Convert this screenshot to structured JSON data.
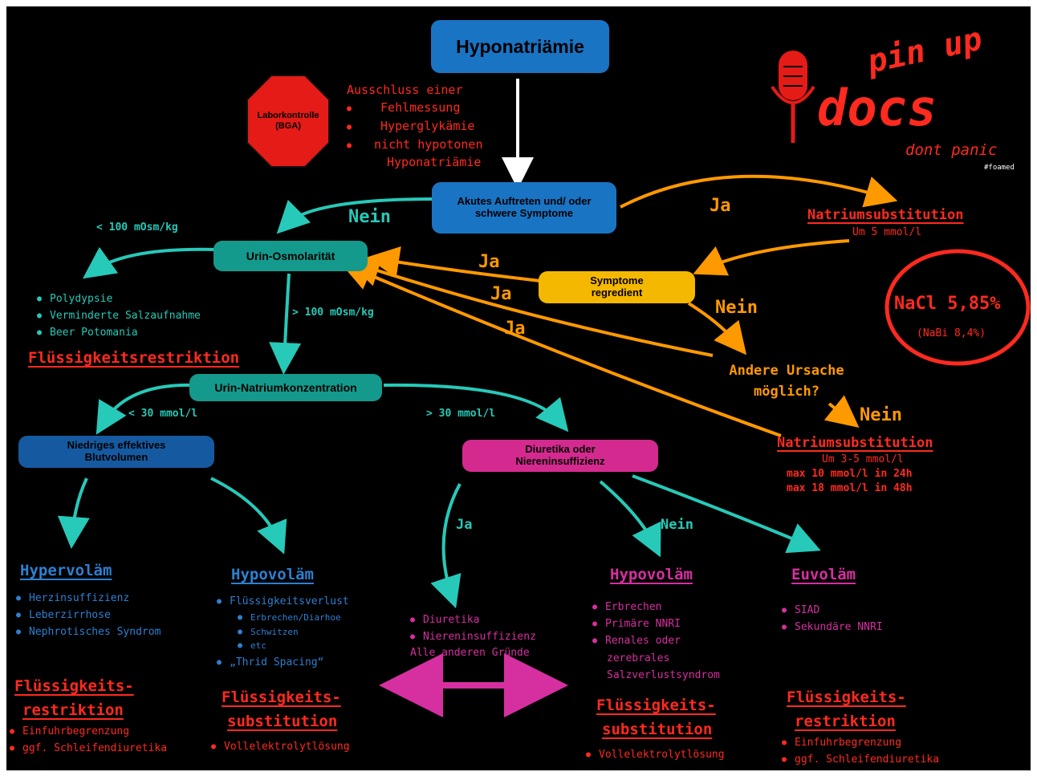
{
  "title": "Hyponatriämie",
  "stop_sign": "Laborkontrolle (BGA)",
  "exclusion": {
    "heading": "Ausschluss einer",
    "items": [
      "Fehlmessung",
      "Hyperglykämie",
      "nicht hypotonen"
    ],
    "tail": "Hyponatriämie"
  },
  "logo": {
    "line1": "pin up",
    "line2": "docs",
    "line3": "dont panic",
    "tag": "#foamed"
  },
  "boxes": {
    "acute": "Akutes Auftreten und/ oder schwere Symptome",
    "urin_osm": "Urin-Osmolarität",
    "symptoms": "Symptome regredient",
    "urin_na": "Urin-Natriumkonzentration",
    "low_vol": "Niedriges effektives Blutvolumen",
    "diuretics": "Diuretika oder Niereninsuffizienz"
  },
  "edge_labels": {
    "nein_acute": "Nein",
    "ja_acute": "Ja",
    "lt100": "< 100 mOsm/kg",
    "gt100": "> 100 mOsm/kg",
    "ja1": "Ja",
    "ja2": "Ja",
    "ja3": "Ja",
    "nein_sym": "Nein",
    "nein_other": "Nein",
    "lt30": "< 30 mmol/l",
    "gt30": "> 30 mmol/l",
    "ja_diu": "Ja",
    "nein_diu": "Nein"
  },
  "natrium1": {
    "title": "Natriumsubstitution",
    "sub": "Um 5 mmol/l"
  },
  "nacl": {
    "main": "NaCl 5,85%",
    "sub": "(NaBi 8,4%)"
  },
  "other_cause": "Andere Ursache möglich?",
  "natrium2": {
    "title": "Natriumsubstitution",
    "lines": [
      "Um 3-5 mmol/l",
      "max 10 mmol/l in 24h",
      "max 18 mmol/l in 48h"
    ]
  },
  "low_osm": {
    "items": [
      "Polydypsie",
      "Verminderte Salzaufnahme",
      "Beer Potomania"
    ],
    "therapy": "Flüssigkeitsrestriktion"
  },
  "hypervol": {
    "title": "Hypervoläm",
    "items": [
      "Herzinsuffizienz",
      "Leberzirrhose",
      "Nephrotisches Syndrom"
    ],
    "therapy_l1": "Flüssigkeits-",
    "therapy_l2": "restriktion",
    "measures": [
      "Einfuhrbegrenzung",
      "ggf. Schleifendiuretika"
    ]
  },
  "hypovol_left": {
    "title": "Hypovoläm",
    "item1": "Flüssigkeitsverlust",
    "subitems": [
      "Erbrechen/Diarhoe",
      "Schwitzen",
      "etc"
    ],
    "item2": "„Thrid Spacing“",
    "therapy_l1": "Flüssigkeits-",
    "therapy_l2": "substitution",
    "measures": [
      "Vollelektrolytlösung"
    ]
  },
  "diuretics_list": {
    "items": [
      "Diuretika",
      "Niereninsuffizienz"
    ],
    "other": "Alle anderen Gründe"
  },
  "hypovol_right": {
    "title": "Hypovoläm",
    "items": [
      "Erbrechen",
      "Primäre NNRI",
      "Renales oder"
    ],
    "cont": [
      "zerebrales",
      "Salzverlustsyndrom"
    ],
    "therapy_l1": "Flüssigkeits-",
    "therapy_l2": "substitution",
    "measures": [
      "Vollelektrolytlösung"
    ]
  },
  "euvol": {
    "title": "Euvoläm",
    "items": [
      "SIAD",
      "Sekundäre NNRI"
    ],
    "therapy_l1": "Flüssigkeits-",
    "therapy_l2": "restriktion",
    "measures": [
      "Einfuhrbegrenzung",
      "ggf. Schleifendiuretika"
    ]
  },
  "colors": {
    "red": "#ff2a1f",
    "teal": "#27c9b9",
    "orange": "#ff9900",
    "blue_box": "#1a74c4",
    "teal_box": "#149a8c",
    "yellow_box": "#f5b800",
    "navy_box": "#155aa0",
    "magenta_box": "#d42a8f",
    "stop": "#e41b17"
  }
}
